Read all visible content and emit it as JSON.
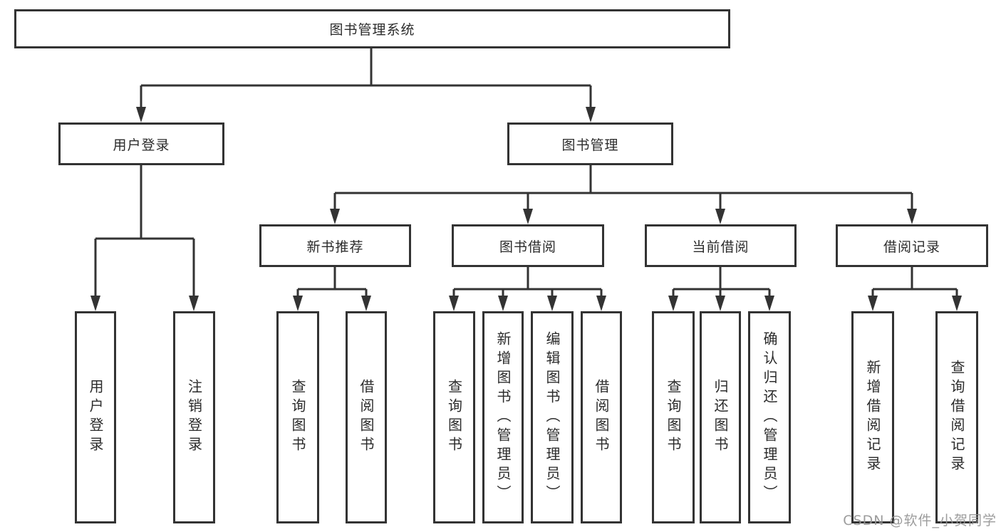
{
  "diagram": {
    "type": "hierarchy-tree",
    "colors": {
      "line": "#333333",
      "box_border": "#333333",
      "box_fill": "#ffffff",
      "text": "#2b2b2b",
      "background": "#ffffff",
      "watermark_text_color": "#949494"
    },
    "nodes": {
      "root": {
        "label": "图书管理系统"
      },
      "user_login_branch": {
        "label": "用户登录"
      },
      "book_mgmt_branch": {
        "label": "图书管理"
      },
      "new_book_rec": {
        "label": "新书推荐"
      },
      "book_borrow": {
        "label": "图书借阅"
      },
      "current_borrow": {
        "label": "当前借阅"
      },
      "borrow_records": {
        "label": "借阅记录"
      },
      "leaf_user_login": {
        "label": "用户登录"
      },
      "leaf_logout": {
        "label": "注销登录"
      },
      "leaf_rec_query_books": {
        "label": "查询图书"
      },
      "leaf_rec_borrow_books": {
        "label": "借阅图书"
      },
      "leaf_bb_query_books": {
        "label": "查询图书"
      },
      "leaf_bb_add_books_admin": {
        "label": "新增图书（管理员）"
      },
      "leaf_bb_edit_books_admin": {
        "label": "编辑图书（管理员）"
      },
      "leaf_bb_borrow_books": {
        "label": "借阅图书"
      },
      "leaf_cb_query_books": {
        "label": "查询图书"
      },
      "leaf_cb_return_books": {
        "label": "归还图书"
      },
      "leaf_cb_confirm_return_admin": {
        "label": "确认归还（管理员）"
      },
      "leaf_br_add_record": {
        "label": "新增借阅记录"
      },
      "leaf_br_query_record": {
        "label": "查询借阅记录"
      }
    },
    "structure": {
      "图书管理系统": [
        "用户登录",
        "图书管理"
      ],
      "用户登录": [
        "用户登录",
        "注销登录"
      ],
      "图书管理": [
        "新书推荐",
        "图书借阅",
        "当前借阅",
        "借阅记录"
      ],
      "新书推荐": [
        "查询图书",
        "借阅图书"
      ],
      "图书借阅": [
        "查询图书",
        "新增图书（管理员）",
        "编辑图书（管理员）",
        "借阅图书"
      ],
      "当前借阅": [
        "查询图书",
        "归还图书",
        "确认归还（管理员）"
      ],
      "借阅记录": [
        "新增借阅记录",
        "查询借阅记录"
      ]
    },
    "watermark": "CSDN @软件_小贺同学"
  }
}
